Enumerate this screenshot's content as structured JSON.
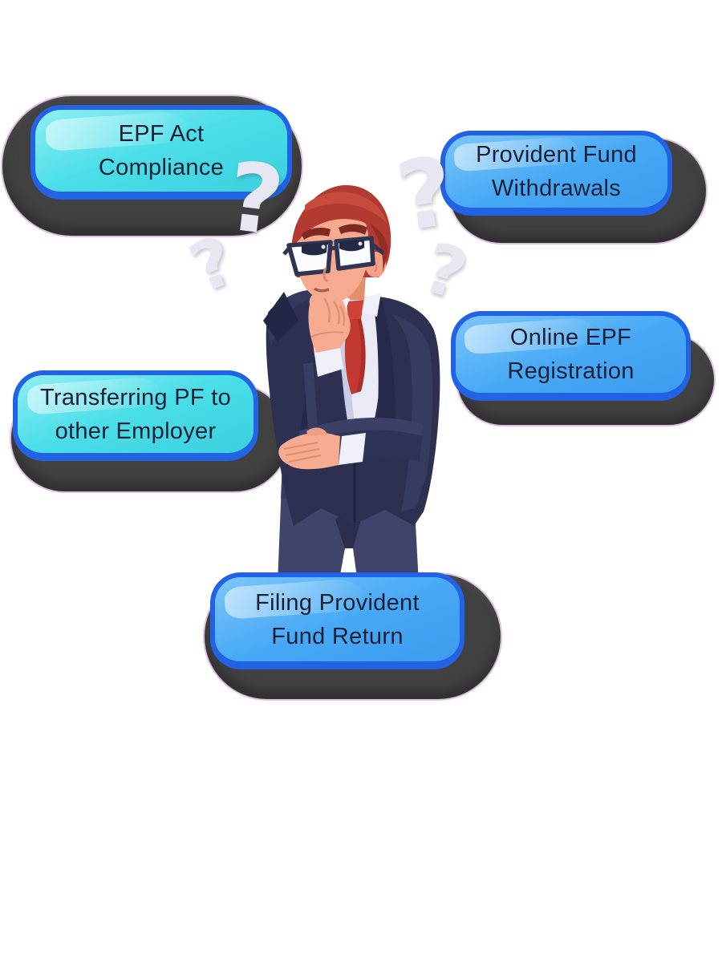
{
  "bubbles": [
    {
      "id": "epf-act-compliance",
      "style": "cyan",
      "lines": [
        "EPF Act",
        "Compliance"
      ]
    },
    {
      "id": "provident-fund-withdrawals",
      "style": "blue",
      "lines": [
        "Provident Fund",
        "Withdrawals"
      ]
    },
    {
      "id": "online-epf-registration",
      "style": "blue",
      "lines": [
        "Online EPF",
        "Registration"
      ]
    },
    {
      "id": "transferring-pf-to-other-employer",
      "style": "cyan",
      "lines": [
        "Transferring PF to",
        "other Employer"
      ]
    },
    {
      "id": "filing-provident-fund-return",
      "style": "blue",
      "lines": [
        "Filing Provident",
        "Fund Return"
      ]
    }
  ],
  "question_mark": {
    "glyph": "?",
    "count": 4
  },
  "illustration": {
    "name": "thinking-businessman",
    "description": "Cartoon businessman in dark navy suit, red tie and glasses, hand on chin, pondering"
  },
  "colors": {
    "background": "#ffffff",
    "bubble_cyan": "#4adee8",
    "bubble_cyan_light": "#8feef4",
    "bubble_blue": "#47a9f5",
    "bubble_blue_light": "#7cc6fa",
    "bubble_border": "#2263e6",
    "pill_shadow": "#414141",
    "label_text": "#1b2036",
    "qmark": "#e7e7f1"
  }
}
